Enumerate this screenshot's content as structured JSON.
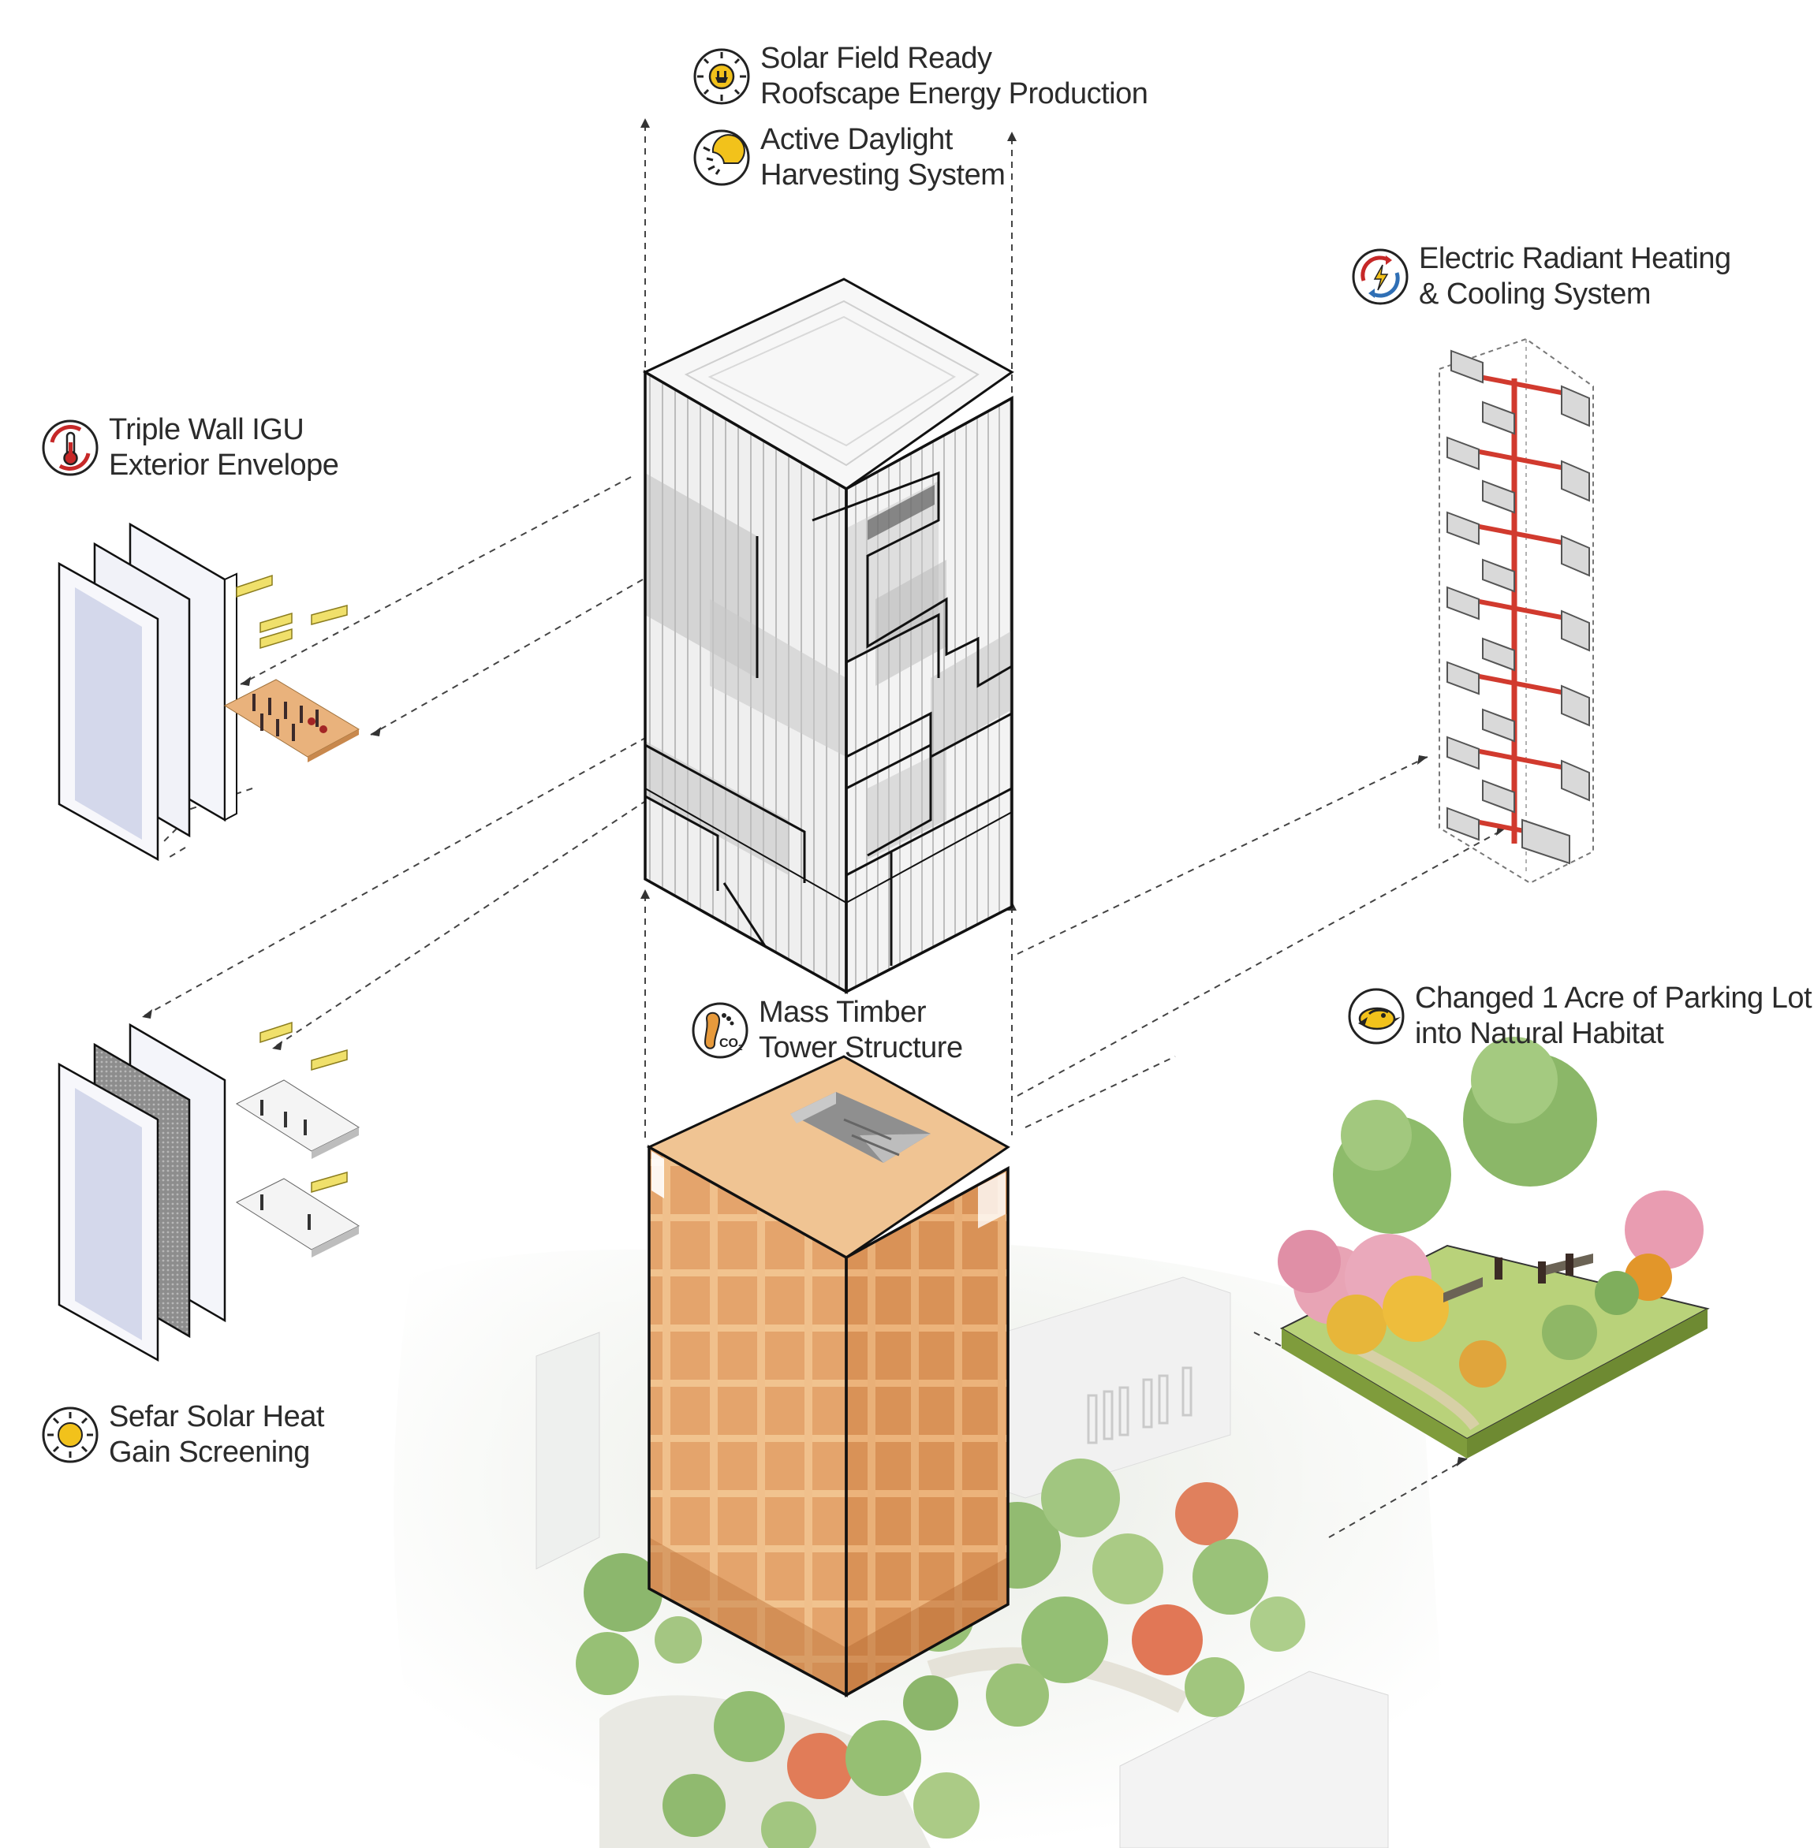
{
  "labels": {
    "solar": {
      "line1": "Solar Field Ready",
      "line2": "Roofscape Energy Production",
      "icon": "solar-plug-icon"
    },
    "daylight": {
      "line1": "Active Daylight",
      "line2": "Harvesting System",
      "icon": "daylight-sun-icon"
    },
    "radiant": {
      "line1": "Electric Radiant Heating",
      "line2": "& Cooling System",
      "icon": "radiant-heating-icon"
    },
    "igu": {
      "line1": "Triple Wall IGU",
      "line2": "Exterior Envelope",
      "icon": "thermometer-icon"
    },
    "timber": {
      "line1": "Mass Timber",
      "line2": "Tower Structure",
      "icon": "co2-footprint-icon"
    },
    "habitat": {
      "line1": "Changed 1 Acre of Parking Lot",
      "line2": "into Natural Habitat",
      "icon": "bird-icon"
    },
    "sefar": {
      "line1": "Sefar Solar Heat",
      "line2": "Gain Screening",
      "icon": "sun-icon"
    }
  },
  "colors": {
    "icon_yellow": "#f2c21b",
    "icon_red": "#c62828",
    "icon_blue": "#2f6fb5",
    "timber": "#e9b27c",
    "pipe_red": "#d13a2e",
    "grass": "#9cbf4a"
  }
}
